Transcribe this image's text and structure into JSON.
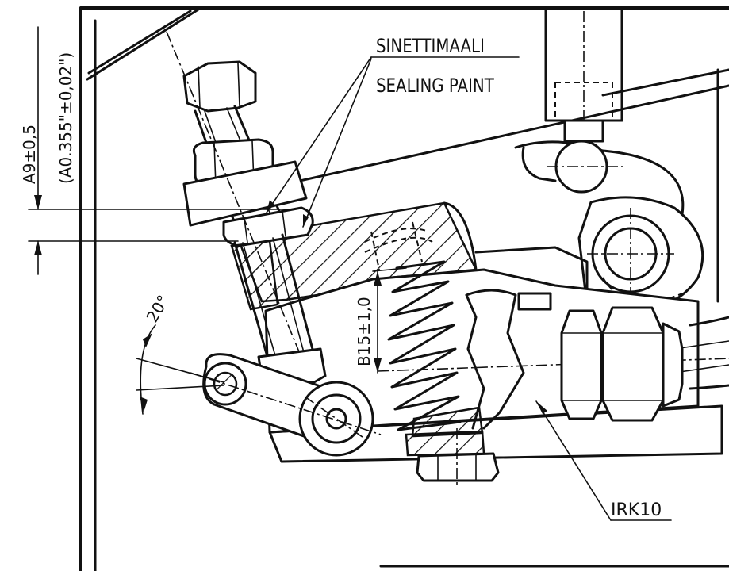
{
  "labels": {
    "paint_fi": "SINETTIMAALI",
    "paint_en": "SEALING PAINT",
    "dim_a_metric": "A9±0,5",
    "dim_a_inch": "(A0.355\"±0,02\")",
    "dim_b": "B15±1,0",
    "angle": "20°",
    "part": "IRK10"
  }
}
